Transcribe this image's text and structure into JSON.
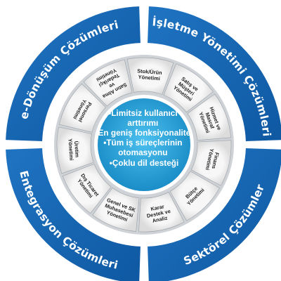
{
  "outer_ring": [
    {
      "label": "e-Dönüşüm Çözümleri"
    },
    {
      "label": "İşletme Yönetimi Çözümleri"
    },
    {
      "label": "Entegrasyon Çözümleri"
    },
    {
      "label": "Sektörel Çözümler"
    }
  ],
  "middle_ring": [
    {
      "lines": [
        "Stok/Ürün",
        "Yönetimi"
      ]
    },
    {
      "lines": [
        "Satış ve",
        "Müşteri",
        "Yönetimi"
      ]
    },
    {
      "lines": [
        "Hizmet ve",
        "Masraf",
        "Yönetimi"
      ]
    },
    {
      "lines": [
        "Finans",
        "Yönetimi"
      ]
    },
    {
      "lines": [
        "Bütçe",
        "Yönetimi"
      ]
    },
    {
      "lines": [
        "Karar",
        "Destek ve",
        "Analiz"
      ]
    },
    {
      "lines": [
        "Genel ve SK",
        "Muhasebesi",
        "Yönetimi"
      ]
    },
    {
      "lines": [
        "Dış Ticaret",
        "Yönetimi"
      ]
    },
    {
      "lines": [
        "Üretim",
        "Yönetimi"
      ]
    },
    {
      "lines": [
        "Personel",
        "Yönetimi"
      ]
    },
    {
      "lines": [
        "Satın Alma",
        "ve",
        "Tedarikçi",
        "Yönetimi"
      ]
    }
  ],
  "hub": {
    "bullets": [
      "•Limitsiz kullanıcı",
      "arttırımı",
      "•En geniş fonksiyonalite",
      "•Tüm iş süreçlerinin",
      "otomasyonu",
      "•Çoklu dil desteği"
    ]
  },
  "colors": {
    "outer_blue": "#1666b4",
    "outer_blue_dark": "#0d4f92",
    "segment_fill": "#efefef",
    "segment_stroke": "#9aa0a6",
    "hub_blue": "#2aa6dd",
    "hub_blue_dark": "#1a8cc6"
  }
}
